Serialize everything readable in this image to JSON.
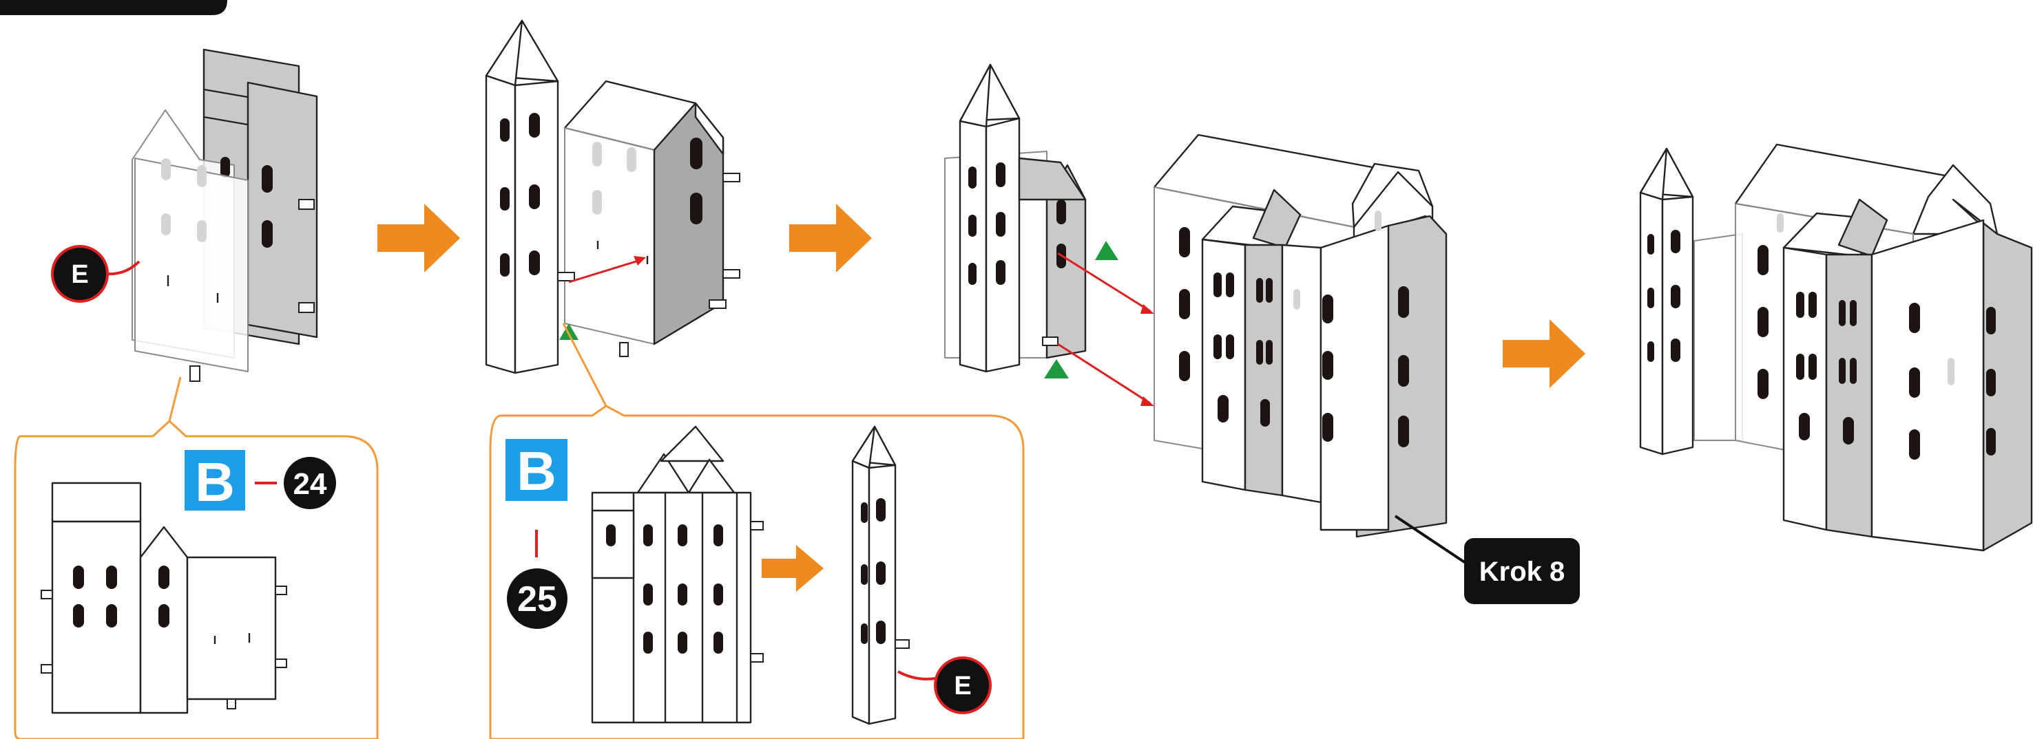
{
  "title": "",
  "labels": {
    "part_e_marker_1": "E",
    "part_e_marker_2": "E",
    "sheet_b_1": "B",
    "piece_24": "24",
    "sheet_b_2": "B",
    "piece_25": "25",
    "step_reference": "Krok 8"
  },
  "colors": {
    "arrow": "#ee8a1e",
    "callout_border": "#f19b3b",
    "sheet_badge": "#1e9ee8",
    "pointer_line": "#e02020",
    "alignment_marker": "#1e9a3e",
    "marker_circle": "#111111"
  },
  "icons": [
    "step-arrow-icon",
    "alignment-triangle-icon",
    "pointer-line-icon"
  ]
}
